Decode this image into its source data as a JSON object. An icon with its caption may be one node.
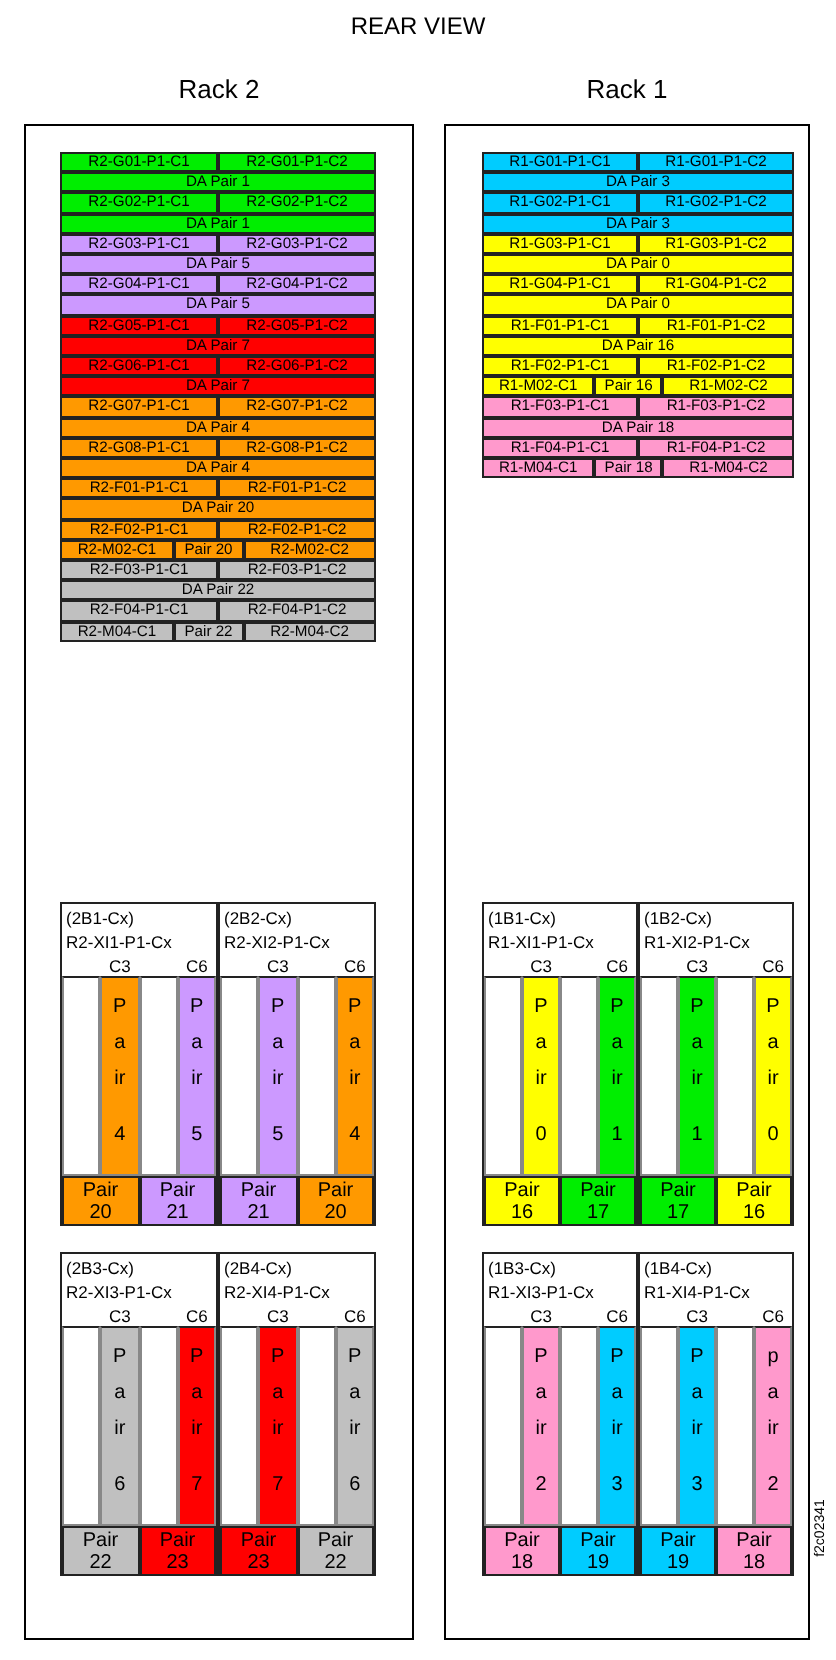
{
  "diagram": {
    "title": "REAR VIEW",
    "nodes": [
      {
        "text": [
          "Rack 2"
        ]
      },
      {
        "text": [
          "R2-G01-P1-C1"
        ],
        "in": 0
      },
      {
        "text": [
          "R2-G01-P1-C2"
        ],
        "in": 0
      },
      {
        "text": [
          "DA Pair 1"
        ],
        "in": 0
      },
      {
        "text": [
          "R2-G02-P1-C1"
        ],
        "in": 0
      },
      {
        "text": [
          "R2-G02-P1-C2"
        ],
        "in": 0
      },
      {
        "text": [
          "DA Pair 1"
        ],
        "in": 0
      },
      {
        "text": [
          "R2-G03-P1-C1"
        ],
        "in": 0
      },
      {
        "text": [
          "R2-G03-P1-C2"
        ],
        "in": 0
      },
      {
        "text": [
          "DA Pair 5"
        ],
        "in": 0
      },
      {
        "text": [
          "R2-G04-P1-C1"
        ],
        "in": 0
      },
      {
        "text": [
          "R2-G04-P1-C2"
        ],
        "in": 0
      },
      {
        "text": [
          "DA Pair 5"
        ],
        "in": 0
      },
      {
        "text": [
          "R2-G05-P1-C1"
        ],
        "in": 0
      },
      {
        "text": [
          "R2-G05-P1-C2"
        ],
        "in": 0
      },
      {
        "text": [
          "DA Pair 7"
        ],
        "in": 0
      },
      {
        "text": [
          "R2-G06-P1-C1"
        ],
        "in": 0
      },
      {
        "text": [
          "R2-G06-P1-C2"
        ],
        "in": 0
      },
      {
        "text": [
          "DA Pair 7"
        ],
        "in": 0
      },
      {
        "text": [
          "R2-G07-P1-C1"
        ],
        "in": 0
      },
      {
        "text": [
          "R2-G07-P1-C2"
        ],
        "in": 0
      },
      {
        "text": [
          "DA Pair 4"
        ],
        "in": 0
      },
      {
        "text": [
          "R2-G08-P1-C1"
        ],
        "in": 0
      },
      {
        "text": [
          "R2-G08-P1-C2"
        ],
        "in": 0
      },
      {
        "text": [
          "DA Pair 4"
        ],
        "in": 0
      },
      {
        "text": [
          "R2-F01-P1-C1"
        ],
        "in": 0
      },
      {
        "text": [
          "R2-F01-P1-C2"
        ],
        "in": 0
      },
      {
        "text": [
          "DA Pair 20"
        ],
        "in": 0
      },
      {
        "text": [
          "R2-F02-P1-C1"
        ],
        "in": 0
      },
      {
        "text": [
          "R2-F02-P1-C2"
        ],
        "in": 0
      },
      {
        "text": [
          "R2-M02-C1"
        ],
        "in": 0
      },
      {
        "text": [
          "Pair 20"
        ],
        "in": 0
      },
      {
        "text": [
          "R2-M02-C2"
        ],
        "in": 0
      },
      {
        "text": [
          "R2-F03-P1-C1"
        ],
        "in": 0
      },
      {
        "text": [
          "R2-F03-P1-C2"
        ],
        "in": 0
      },
      {
        "text": [
          "DA Pair 22"
        ],
        "in": 0
      },
      {
        "text": [
          "R2-F04-P1-C1"
        ],
        "in": 0
      },
      {
        "text": [
          "R2-F04-P1-C2"
        ],
        "in": 0
      },
      {
        "text": [
          "R2-M04-C1"
        ],
        "in": 0
      },
      {
        "text": [
          "Pair 22"
        ],
        "in": 0
      },
      {
        "text": [
          "R2-M04-C2"
        ],
        "in": 0
      },
      {
        "text": [
          "(2B1-Cx)",
          "R2-XI1-P1-Cx",
          "C3",
          "C6"
        ],
        "in": 0
      },
      {
        "text": [],
        "shape": "bar",
        "in": 41
      },
      {
        "text": [
          "Pair",
          "4"
        ],
        "in": 41
      },
      {
        "text": [],
        "shape": "bar",
        "in": 41
      },
      {
        "text": [
          "Pair",
          "5"
        ],
        "in": 41
      },
      {
        "text": [
          "Pair 20"
        ],
        "in": 41
      },
      {
        "text": [
          "Pair 21"
        ],
        "in": 41
      },
      {
        "text": [
          "(2B2-Cx)",
          "R2-XI2-P1-Cx",
          "C3",
          "C6"
        ],
        "in": 0
      },
      {
        "text": [],
        "shape": "bar",
        "in": 48
      },
      {
        "text": [
          "Pair",
          "5"
        ],
        "in": 48
      },
      {
        "text": [],
        "shape": "bar",
        "in": 48
      },
      {
        "text": [
          "Pair",
          "4"
        ],
        "in": 48
      },
      {
        "text": [
          "Pair 21"
        ],
        "in": 48
      },
      {
        "text": [
          "Pair 20"
        ],
        "in": 48
      },
      {
        "text": [
          "(2B3-Cx)",
          "R2-XI3-P1-Cx",
          "C3",
          "C6"
        ],
        "in": 0
      },
      {
        "text": [],
        "shape": "bar",
        "in": 55
      },
      {
        "text": [
          "Pair",
          "6"
        ],
        "in": 55
      },
      {
        "text": [],
        "shape": "bar",
        "in": 55
      },
      {
        "text": [
          "Pair",
          "7"
        ],
        "in": 55
      },
      {
        "text": [
          "Pair 22"
        ],
        "in": 55
      },
      {
        "text": [
          "Pair 23"
        ],
        "in": 55
      },
      {
        "text": [
          "(2B4-Cx)",
          "R2-XI4-P1-Cx",
          "C3",
          "C6"
        ],
        "in": 0
      },
      {
        "text": [],
        "shape": "bar",
        "in": 62
      },
      {
        "text": [
          "Pair",
          "7"
        ],
        "in": 62
      },
      {
        "text": [],
        "shape": "bar",
        "in": 62
      },
      {
        "text": [
          "Pair",
          "6"
        ],
        "in": 62
      },
      {
        "text": [
          "Pair 23"
        ],
        "in": 62
      },
      {
        "text": [
          "Pair 22"
        ],
        "in": 62
      },
      {
        "text": [
          "Rack 1"
        ]
      },
      {
        "text": [
          "R1-G01-P1-C1"
        ],
        "in": 69
      },
      {
        "text": [
          "R1-G01-P1-C2"
        ],
        "in": 69
      },
      {
        "text": [
          "DA Pair 3"
        ],
        "in": 69
      },
      {
        "text": [
          "R1-G02-P1-C1"
        ],
        "in": 69
      },
      {
        "text": [
          "R1-G02-P1-C2"
        ],
        "in": 69
      },
      {
        "text": [
          "DA Pair 3"
        ],
        "in": 69
      },
      {
        "text": [
          "R1-G03-P1-C1"
        ],
        "in": 69
      },
      {
        "text": [
          "R1-G03-P1-C2"
        ],
        "in": 69
      },
      {
        "text": [
          "DA Pair 0"
        ],
        "in": 69
      },
      {
        "text": [
          "R1-G04-P1-C1"
        ],
        "in": 69
      },
      {
        "text": [
          "R1-G04-P1-C2"
        ],
        "in": 69
      },
      {
        "text": [
          "DA Pair 0"
        ],
        "in": 69
      },
      {
        "text": [
          "R1-F01-P1-C1"
        ],
        "in": 69
      },
      {
        "text": [
          "R1-F01-P1-C2"
        ],
        "in": 69
      },
      {
        "text": [
          "DA Pair 16"
        ],
        "in": 69
      },
      {
        "text": [
          "R1-F02-P1-C1"
        ],
        "in": 69
      },
      {
        "text": [
          "R1-F02-P1-C2"
        ],
        "in": 69
      },
      {
        "text": [
          "R1-M02-C1"
        ],
        "in": 69
      },
      {
        "text": [
          "Pair 16"
        ],
        "in": 69
      },
      {
        "text": [
          "R1-M02-C2"
        ],
        "in": 69
      },
      {
        "text": [
          "R1-F03-P1-C1"
        ],
        "in": 69
      },
      {
        "text": [
          "R1-F03-P1-C2"
        ],
        "in": 69
      },
      {
        "text": [
          "DA Pair 18"
        ],
        "in": 69
      },
      {
        "text": [
          "R1-F04-P1-C1"
        ],
        "in": 69
      },
      {
        "text": [
          "R1-F04-P1-C2"
        ],
        "in": 69
      },
      {
        "text": [
          "R1-M04-C1"
        ],
        "in": 69
      },
      {
        "text": [
          "Pair 18"
        ],
        "in": 69
      },
      {
        "text": [
          "R1-M04-C2"
        ],
        "in": 69
      },
      {
        "text": [
          "(1B1-Cx)",
          "R1-XI1-P1-Cx",
          "C3",
          "C6"
        ],
        "in": 69
      },
      {
        "text": [],
        "shape": "bar",
        "in": 98
      },
      {
        "text": [
          "Pair",
          "0"
        ],
        "in": 98
      },
      {
        "text": [],
        "shape": "bar",
        "in": 98
      },
      {
        "text": [
          "Pair",
          "1"
        ],
        "in": 98
      },
      {
        "text": [
          "Pair 16"
        ],
        "in": 98
      },
      {
        "text": [
          "Pair 17"
        ],
        "in": 98
      },
      {
        "text": [
          "(1B2-Cx)",
          "R1-XI2-P1-Cx",
          "C3",
          "C6"
        ],
        "in": 69
      },
      {
        "text": [],
        "shape": "bar",
        "in": 105
      },
      {
        "text": [
          "Pair",
          "1"
        ],
        "in": 105
      },
      {
        "text": [],
        "shape": "bar",
        "in": 105
      },
      {
        "text": [
          "Pair",
          "0"
        ],
        "in": 105
      },
      {
        "text": [
          "Pair 17"
        ],
        "in": 105
      },
      {
        "text": [
          "Pair 16"
        ],
        "in": 105
      },
      {
        "text": [
          "(1B3-Cx)",
          "R1-XI3-P1-Cx",
          "C3",
          "C6"
        ],
        "in": 69
      },
      {
        "text": [],
        "shape": "bar",
        "in": 112
      },
      {
        "text": [
          "Pair",
          "2"
        ],
        "in": 112
      },
      {
        "text": [],
        "shape": "bar",
        "in": 112
      },
      {
        "text": [
          "Pair",
          "3"
        ],
        "in": 112
      },
      {
        "text": [
          "Pair 18"
        ],
        "in": 112
      },
      {
        "text": [
          "Pair 19"
        ],
        "in": 112
      },
      {
        "text": [
          "(1B4-Cx)",
          "R1-XI4-P1-Cx",
          "C3",
          "C6"
        ],
        "in": 69
      },
      {
        "text": [],
        "shape": "bar",
        "in": 119
      },
      {
        "text": [
          "Pair",
          "3"
        ],
        "in": 119
      },
      {
        "text": [],
        "shape": "bar",
        "in": 119
      },
      {
        "text": [
          "pair",
          "2"
        ],
        "in": 119
      },
      {
        "text": [
          "Pair 19"
        ],
        "in": 119
      },
      {
        "text": [
          "Pair 18"
        ],
        "in": 119
      }
    ],
    "labels": [
      "f2c02341"
    ]
  }
}
